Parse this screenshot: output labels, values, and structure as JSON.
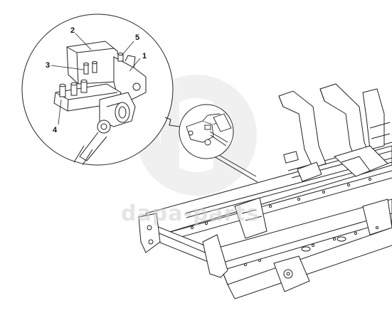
{
  "callouts": [
    {
      "id": "1",
      "label": "1"
    },
    {
      "id": "2",
      "label": "2"
    },
    {
      "id": "3",
      "label": "3"
    },
    {
      "id": "4",
      "label": "4"
    },
    {
      "id": "5",
      "label": "5"
    }
  ],
  "watermark": {
    "text": "dapa-parts"
  },
  "colors": {
    "line": "#222222",
    "watermark": "#cccccc",
    "background": "#ffffff"
  }
}
